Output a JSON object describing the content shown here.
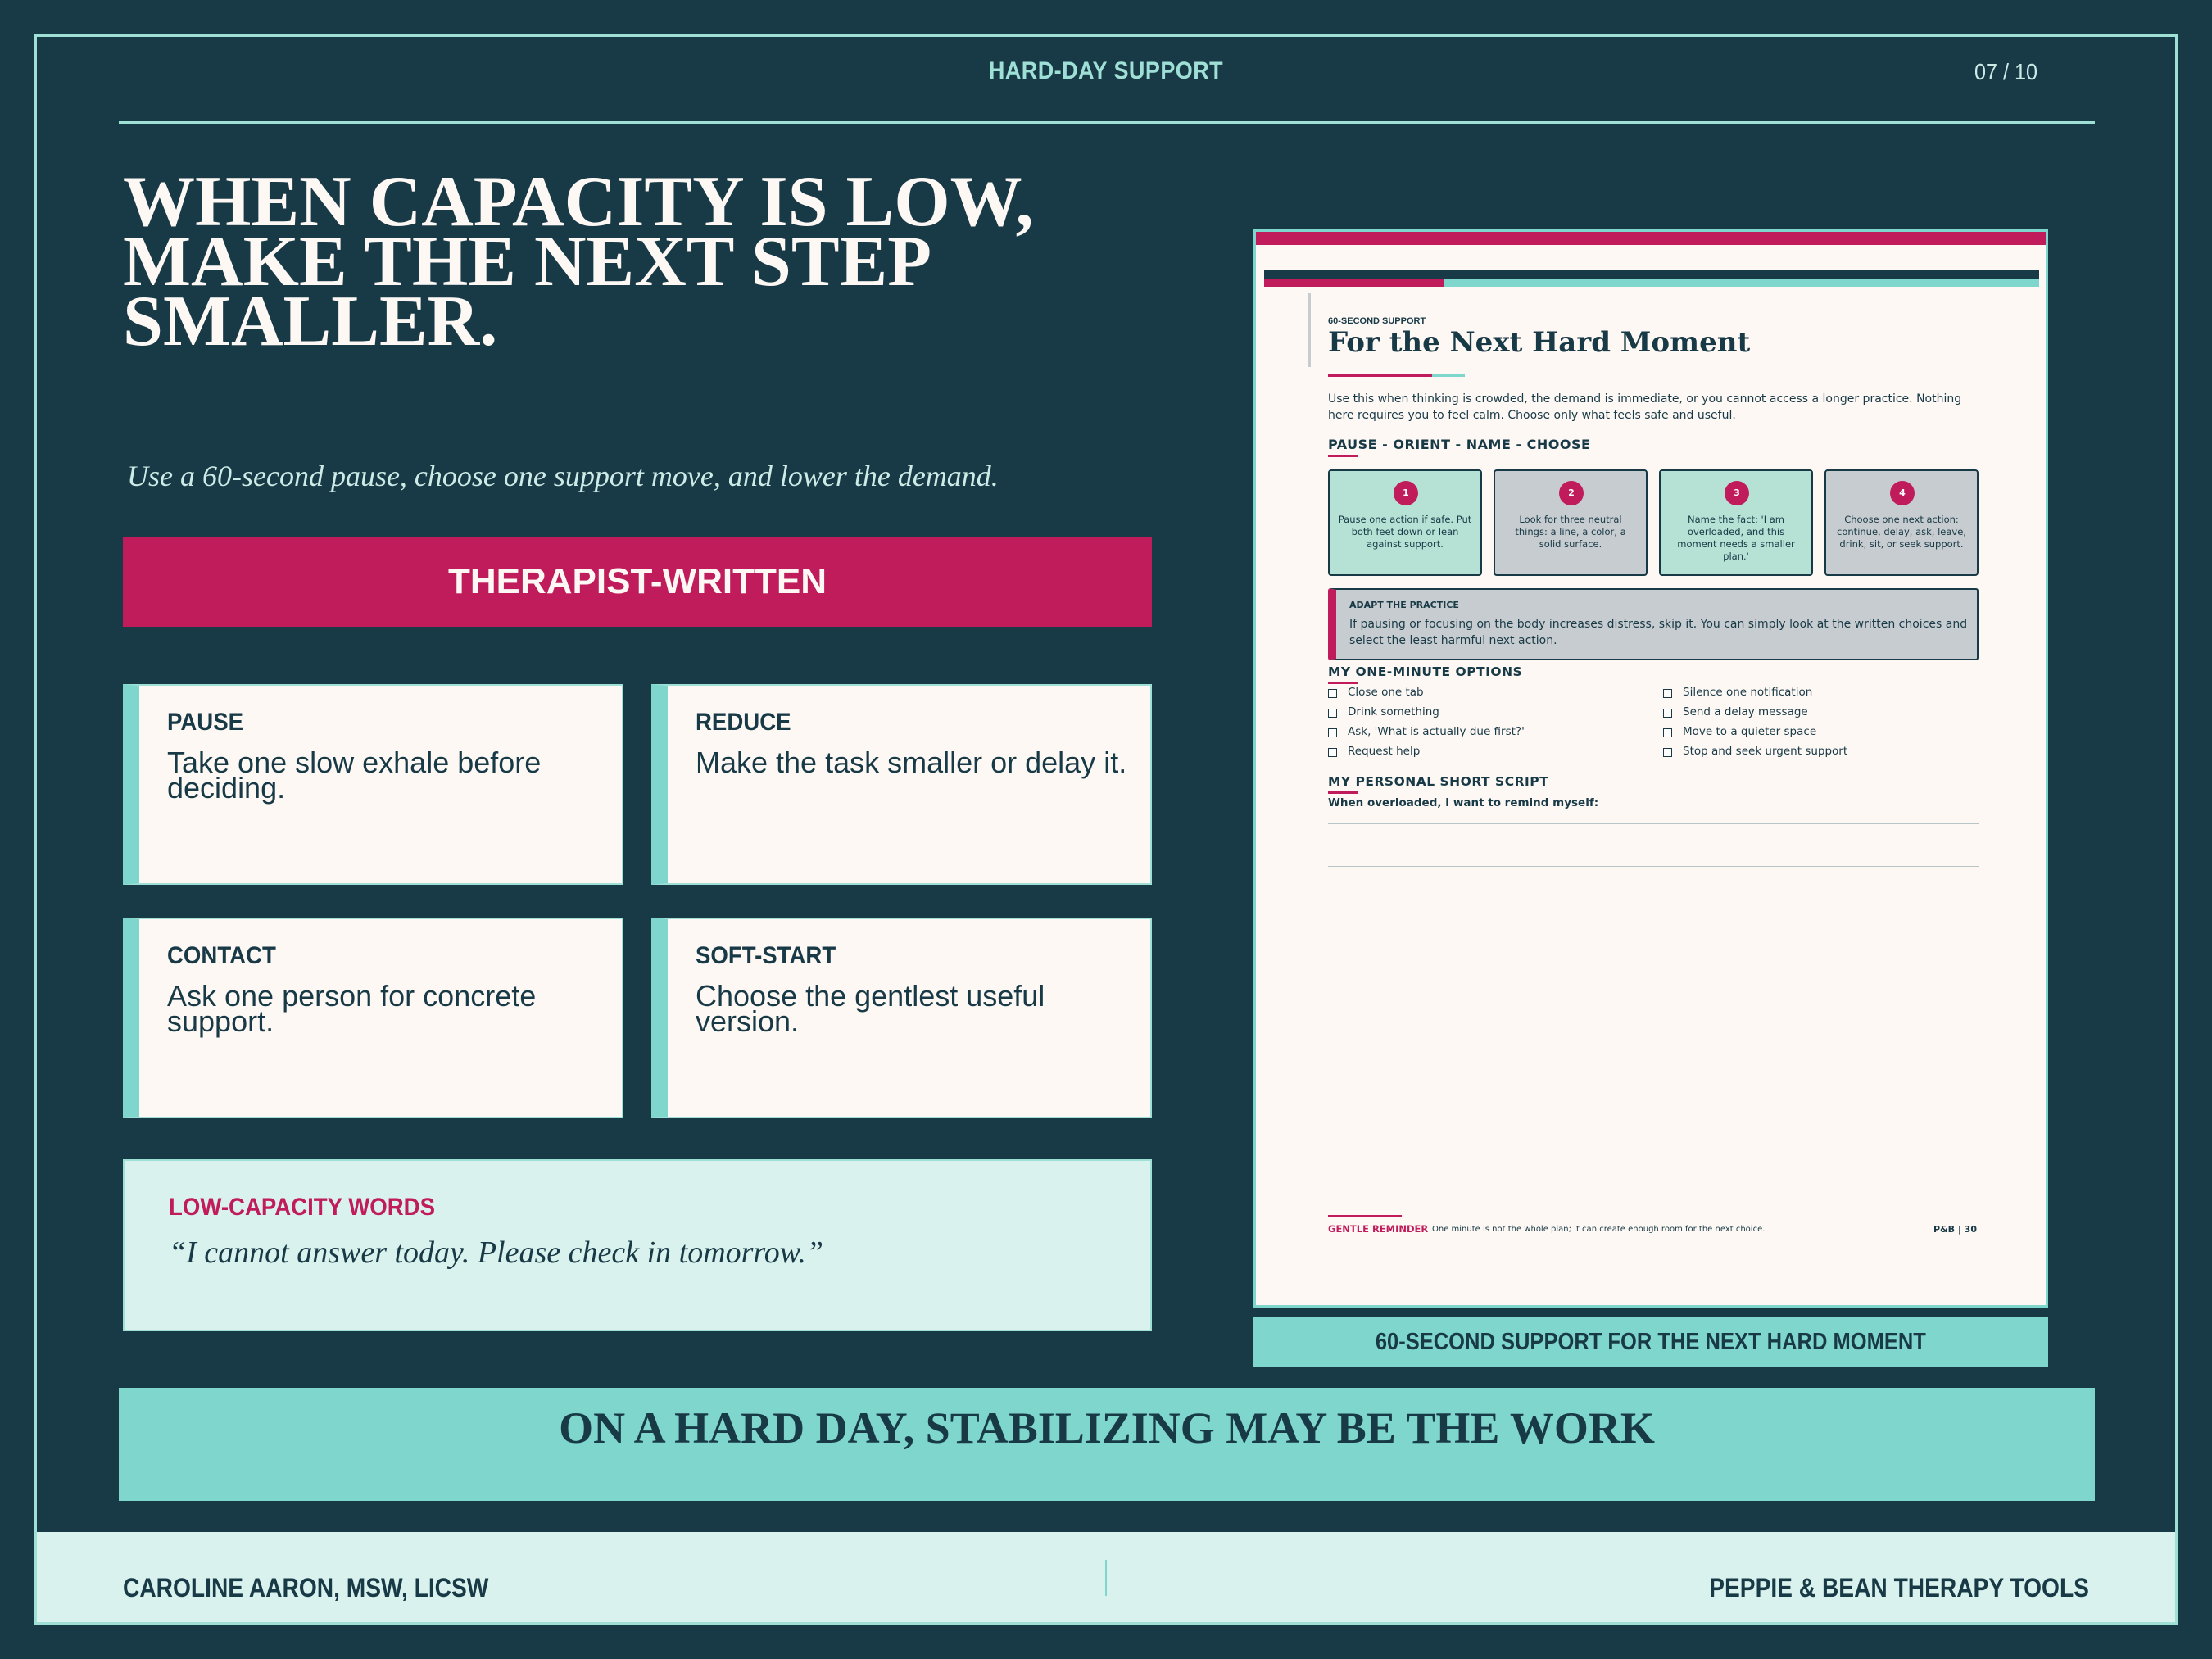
{
  "header": {
    "title": "HARD-DAY SUPPORT",
    "page": "07 / 10"
  },
  "headline": {
    "line1": "WHEN CAPACITY IS LOW,",
    "line2": "MAKE THE NEXT STEP",
    "line3": "SMALLER."
  },
  "subtitle": "Use a 60-second pause, choose one support move, and lower the demand.",
  "banner": "THERAPIST-WRITTEN",
  "cards": [
    {
      "title": "PAUSE",
      "body": "Take one slow exhale before deciding."
    },
    {
      "title": "REDUCE",
      "body": "Make the task smaller or delay it."
    },
    {
      "title": "CONTACT",
      "body": "Ask one person for concrete support."
    },
    {
      "title": "SOFT-START",
      "body": "Choose the gentlest useful version."
    }
  ],
  "low_capacity": {
    "title": "LOW-CAPACITY WORDS",
    "quote": "“I cannot answer today. Please check in tomorrow.”"
  },
  "document": {
    "kicker": "60-SECOND SUPPORT",
    "title": "For the Next Hard Moment",
    "intro": "Use this when thinking is crowded, the demand is immediate, or you cannot access a longer practice. Nothing here requires you to feel calm. Choose only what feels safe and useful.",
    "steps_heading": "PAUSE - ORIENT - NAME - CHOOSE",
    "steps": [
      {
        "num": "1",
        "text": "Pause one action if safe. Put both feet down or lean against support."
      },
      {
        "num": "2",
        "text": "Look for three neutral things: a line, a color, a solid surface."
      },
      {
        "num": "3",
        "text": "Name the fact: 'I am overloaded, and this moment needs a smaller plan.'"
      },
      {
        "num": "4",
        "text": "Choose one next action: continue, delay, ask, leave, drink, sit, or seek support."
      }
    ],
    "adapt": {
      "title": "ADAPT THE PRACTICE",
      "body": "If pausing or focusing on the body increases distress, skip it. You can simply look at the written choices and select the least harmful next action."
    },
    "options_heading": "MY ONE-MINUTE OPTIONS",
    "options_left": [
      "Close one tab",
      "Drink something",
      "Ask, 'What is actually due first?'",
      "Request help"
    ],
    "options_right": [
      "Silence one notification",
      "Send a delay message",
      "Move to a quieter space",
      "Stop and seek urgent support"
    ],
    "script_heading": "MY PERSONAL SHORT SCRIPT",
    "script_prompt": "When overloaded, I want to remind myself:",
    "footer": {
      "label": "GENTLE REMINDER",
      "text": "One minute is not the whole plan; it can create enough room for the next choice.",
      "page": "P&B | 30"
    }
  },
  "doc_caption": "60-SECOND SUPPORT FOR THE NEXT HARD MOMENT",
  "bottom_band": "ON A HARD DAY, STABILIZING MAY BE THE WORK",
  "footer": {
    "left": "CAROLINE AARON, MSW, LICSW",
    "right": "PEPPIE & BEAN THERAPY TOOLS"
  },
  "colors": {
    "navy": "#183946",
    "teal": "#7fd6cc",
    "magenta": "#c01c5c",
    "cream": "#fdf8f4",
    "mint": "#daf2ee"
  }
}
